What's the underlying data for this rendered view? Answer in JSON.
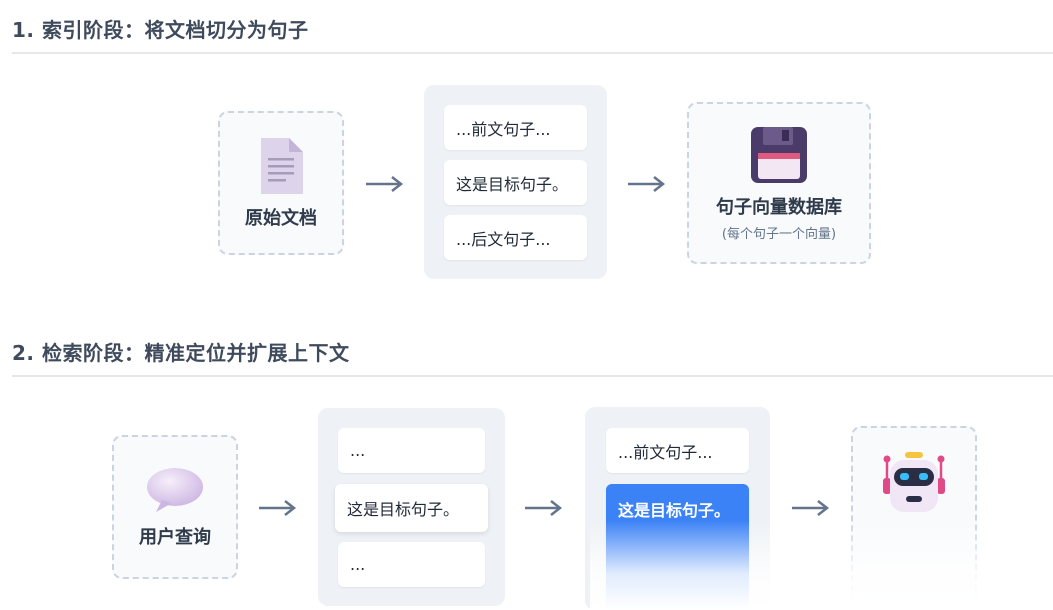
{
  "section1": {
    "title": "1. 索引阶段：将文档切分为句子",
    "source_label": "原始文档",
    "sentences": [
      "...前文句子...",
      "这是目标句子。",
      "...后文句子..."
    ],
    "db_label": "句子向量数据库",
    "db_sublabel": "(每个句子一个向量)"
  },
  "section2": {
    "title": "2. 检索阶段：精准定位并扩展上下文",
    "query_label": "用户查询",
    "retrieved": [
      "...",
      "这是目标句子。",
      "..."
    ],
    "expanded": [
      "...前文句子...",
      "这是目标句子。"
    ]
  },
  "colors": {
    "highlight": "#3b82f6",
    "panel": "#eef2f6",
    "dashed_border": "#cbd5e1",
    "arrow": "#64748b"
  },
  "icons": [
    "document-icon",
    "floppy-disk-icon",
    "speech-bubble-icon",
    "robot-icon",
    "arrow-right-icon"
  ]
}
